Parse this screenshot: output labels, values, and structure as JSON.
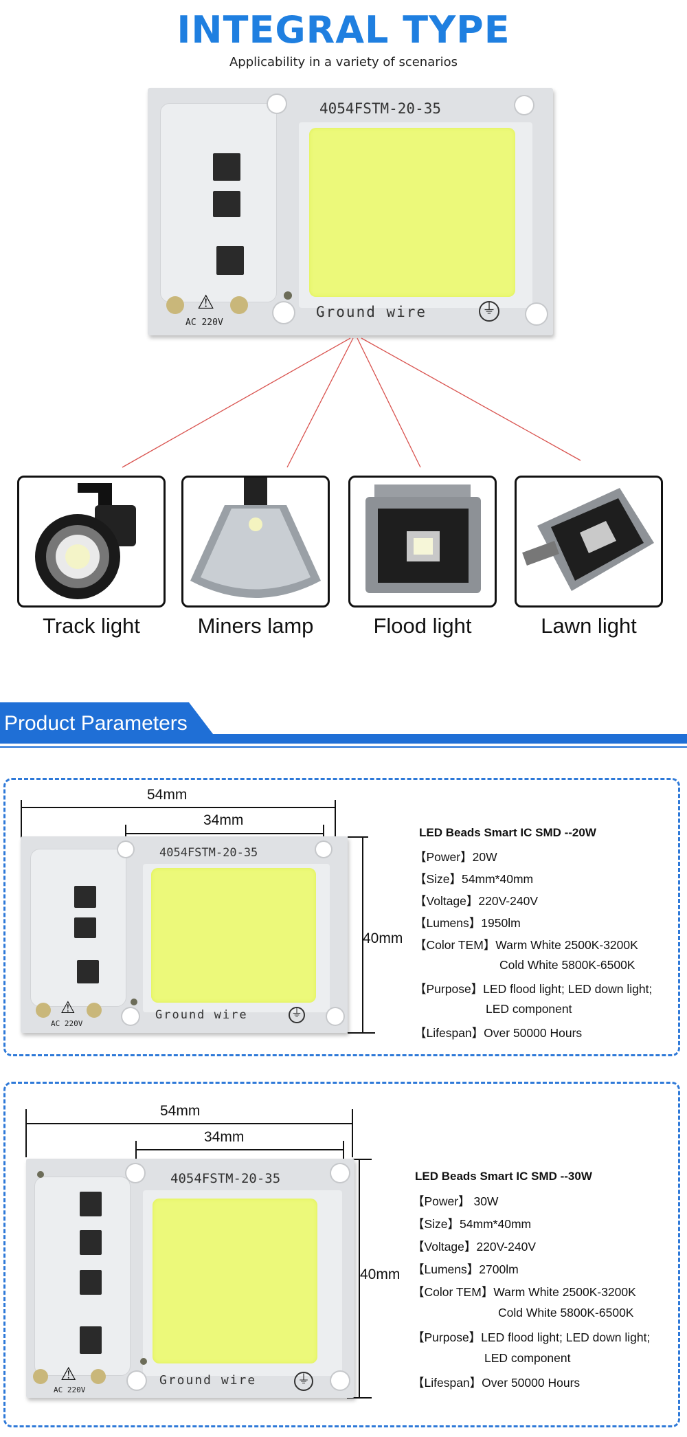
{
  "header": {
    "title": "INTEGRAL TYPE",
    "subtitle": "Applicability in a variety of scenarios"
  },
  "chip": {
    "model": "4054FSTM-20-35",
    "ground_wire": "Ground wire",
    "ac": "AC 220V"
  },
  "applications": [
    {
      "label": "Track light",
      "icon": "track-light-icon"
    },
    {
      "label": "Miners lamp",
      "icon": "miners-lamp-icon"
    },
    {
      "label": "Flood light",
      "icon": "flood-light-icon"
    },
    {
      "label": "Lawn light",
      "icon": "lawn-light-icon"
    }
  ],
  "section": {
    "title": "Product Parameters"
  },
  "colors": {
    "title_blue": "#1f7fe0",
    "banner_blue": "#1f6fd6",
    "panel_yellow": "#ecf97a",
    "line_red": "#d9534f"
  },
  "products": [
    {
      "width_label": "54mm",
      "inner_label": "34mm",
      "height_label": "40mm",
      "name": "LED Beads Smart IC SMD --20W",
      "power": "【Power】20W",
      "size": "【Size】54mm*40mm",
      "voltage": "【Voltage】220V-240V",
      "lumens": "【Lumens】1950lm",
      "color_tem": "【Color TEM】Warm White 2500K-3200K",
      "color_tem_2": "Cold White 5800K-6500K",
      "purpose": "【Purpose】LED flood light; LED down light;",
      "purpose_2": "LED component",
      "lifespan": "【Lifespan】Over 50000 Hours"
    },
    {
      "width_label": "54mm",
      "inner_label": "34mm",
      "height_label": "40mm",
      "name": "LED Beads Smart IC SMD --30W",
      "power": "【Power】 30W",
      "size": "【Size】54mm*40mm",
      "voltage": "【Voltage】220V-240V",
      "lumens": "【Lumens】2700lm",
      "color_tem": "【Color TEM】Warm White 2500K-3200K",
      "color_tem_2": "Cold White 5800K-6500K",
      "purpose": "【Purpose】LED flood light; LED down light;",
      "purpose_2": "LED component",
      "lifespan": "【Lifespan】Over 50000 Hours"
    }
  ]
}
